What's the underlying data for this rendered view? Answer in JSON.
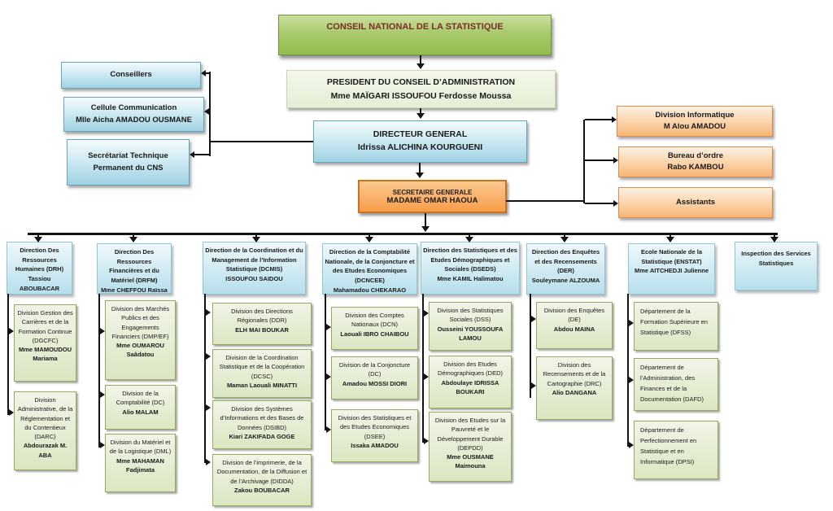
{
  "root": {
    "title": "CONSEIL NATIONAL DE LA STATISTIQUE"
  },
  "president": {
    "title": "PRESIDENT DU CONSEIL D’ADMINISTRATION",
    "name": "Mme MAÏGARI ISSOUFOU Ferdosse Moussa"
  },
  "directeur_general": {
    "title": "DIRECTEUR GENERAL",
    "name": "Idrissa ALICHINA KOURGUENI"
  },
  "secretaire_generale": {
    "title": "SECRETAIRE GENERALE",
    "name": "MADAME OMAR HAOUA"
  },
  "staff_left": [
    {
      "title": "Conseillers",
      "name": ""
    },
    {
      "title": "Cellule Communication",
      "name": "Mlle Aicha AMADOU OUSMANE"
    },
    {
      "title": "Secrétariat Technique Permanent du CNS",
      "name": ""
    }
  ],
  "staff_right": [
    {
      "title": "Division Informatique",
      "name": "M Alou AMADOU"
    },
    {
      "title": "Bureau d’ordre",
      "name": "Rabo KAMBOU"
    },
    {
      "title": "Assistants",
      "name": ""
    }
  ],
  "directions": [
    {
      "header": {
        "title": "Direction Des Ressources Humaines (DRH)",
        "name": "Tassiou ABOUBACAR"
      },
      "divisions": [
        {
          "title": "Division Gestion des Carrières et de la Formation Continue  (DGCFC)",
          "name": "Mme MAMOUDOU Mariama"
        },
        {
          "title": "Division Administrative, de la Réglementation et du Contentieux (DARC)",
          "name": "Abdourazak M. ABA"
        }
      ]
    },
    {
      "header": {
        "title": "Direction Des Ressources Financières et du Matériel (DRFM)",
        "name": "Mme CHEFFOU Raïssa"
      },
      "divisions": [
        {
          "title": "Division des Marchés Publics et des Engagements Financiers (DMP/EF)",
          "name": "Mme OUMAROU Saâdatou"
        },
        {
          "title": "Division de la Comptabilité (DC)",
          "name": "Alio MALAM"
        },
        {
          "title": "Division du Matériel et de la Logistique (DML)",
          "name": "Mme MAHAMAN Fadjimata"
        }
      ]
    },
    {
      "header": {
        "title": "Direction de la Coordination et du Management de l’Information Statistique (DCMIS)",
        "name": "ISSOUFOU SAIDOU"
      },
      "divisions": [
        {
          "title": "Division des Directions Régionales (DDR)",
          "name": "ELH MAI BOUKAR"
        },
        {
          "title": "Division de la Coordination Statistique et de la Coopération (DCSC)",
          "name": "Maman Laouali MINATTI"
        },
        {
          "title": "Division des Systèmes d’Informations et des Bases de Données (DSIBD)",
          "name": "Kiari ZAKIFADA GOGE"
        },
        {
          "title": "Division de l’imprimerie, de la Documentation, de la Diffusion et de l’Archivage (DIDDA)",
          "name": "Zakou BOUBACAR"
        }
      ]
    },
    {
      "header": {
        "title": "Direction de la Comptabilité Nationale, de la Conjoncture et des Etudes Economiques (DCNCEE)",
        "name": "Mahamadou CHEKARAO"
      },
      "divisions": [
        {
          "title": "Division des Comptes Nationaux (DCN)",
          "name": "Laouali IBRO CHAIBOU"
        },
        {
          "title": "Division de la Conjoncture (DC)",
          "name": "Amadou MOSSI DIORI"
        },
        {
          "title": "Division des Statistiques et des Etudes Economiques (DSEE)",
          "name": "Issaka AMADOU"
        }
      ]
    },
    {
      "header": {
        "title": "Direction des Statistiques et des Etudes Démographiques et Sociales (DSEDS)",
        "name": "Mme KAMIL Halimatou"
      },
      "divisions": [
        {
          "title": "Division des Statistiques Sociales (DSS)",
          "name": "Ousseini YOUSSOUFA LAMOU"
        },
        {
          "title": "Division des Etudes Démographiques (DED)",
          "name": "Abdoulaye IDRISSA BOUKARI"
        },
        {
          "title": "Division des Etudes sur la Pauvreté et le Développement Durable (DEPDD)",
          "name": "Mme OUSMANE Maimouna"
        }
      ]
    },
    {
      "header": {
        "title": "Direction des Enquêtes et des Recensements (DER)",
        "name": "Souleymane ALZOUMA"
      },
      "divisions": [
        {
          "title": "Division des Enquêtes (DE)",
          "name": "Abdou MAINA"
        },
        {
          "title": "Division des Recensements et de la Cartographie (DRC)",
          "name": "Alio DANGANA"
        }
      ]
    },
    {
      "header": {
        "title": "Ecole Nationale de la Statistique (ENSTAT)",
        "name": "Mme AITCHEDJI Julienne"
      },
      "divisions": [
        {
          "title": "Département de la Formation Supérieure en Statistique (DFSS)",
          "name": ""
        },
        {
          "title": "Département de l’Administration, des Finances et de la Documentation (DAFD)",
          "name": ""
        },
        {
          "title": "Département de Perfectionnement en Statistique et en Informatique (DPSI)",
          "name": ""
        }
      ]
    },
    {
      "header": {
        "title": "Inspection des Services Statistiques",
        "name": ""
      },
      "divisions": []
    }
  ],
  "colors": {
    "root_green": "#a5c868",
    "president_green": "#ebf1de",
    "blue": "#b7dde8",
    "orange": "#f9b877",
    "sub_green": "#dce6c5",
    "line": "#141414",
    "root_text": "#7a2e27"
  }
}
